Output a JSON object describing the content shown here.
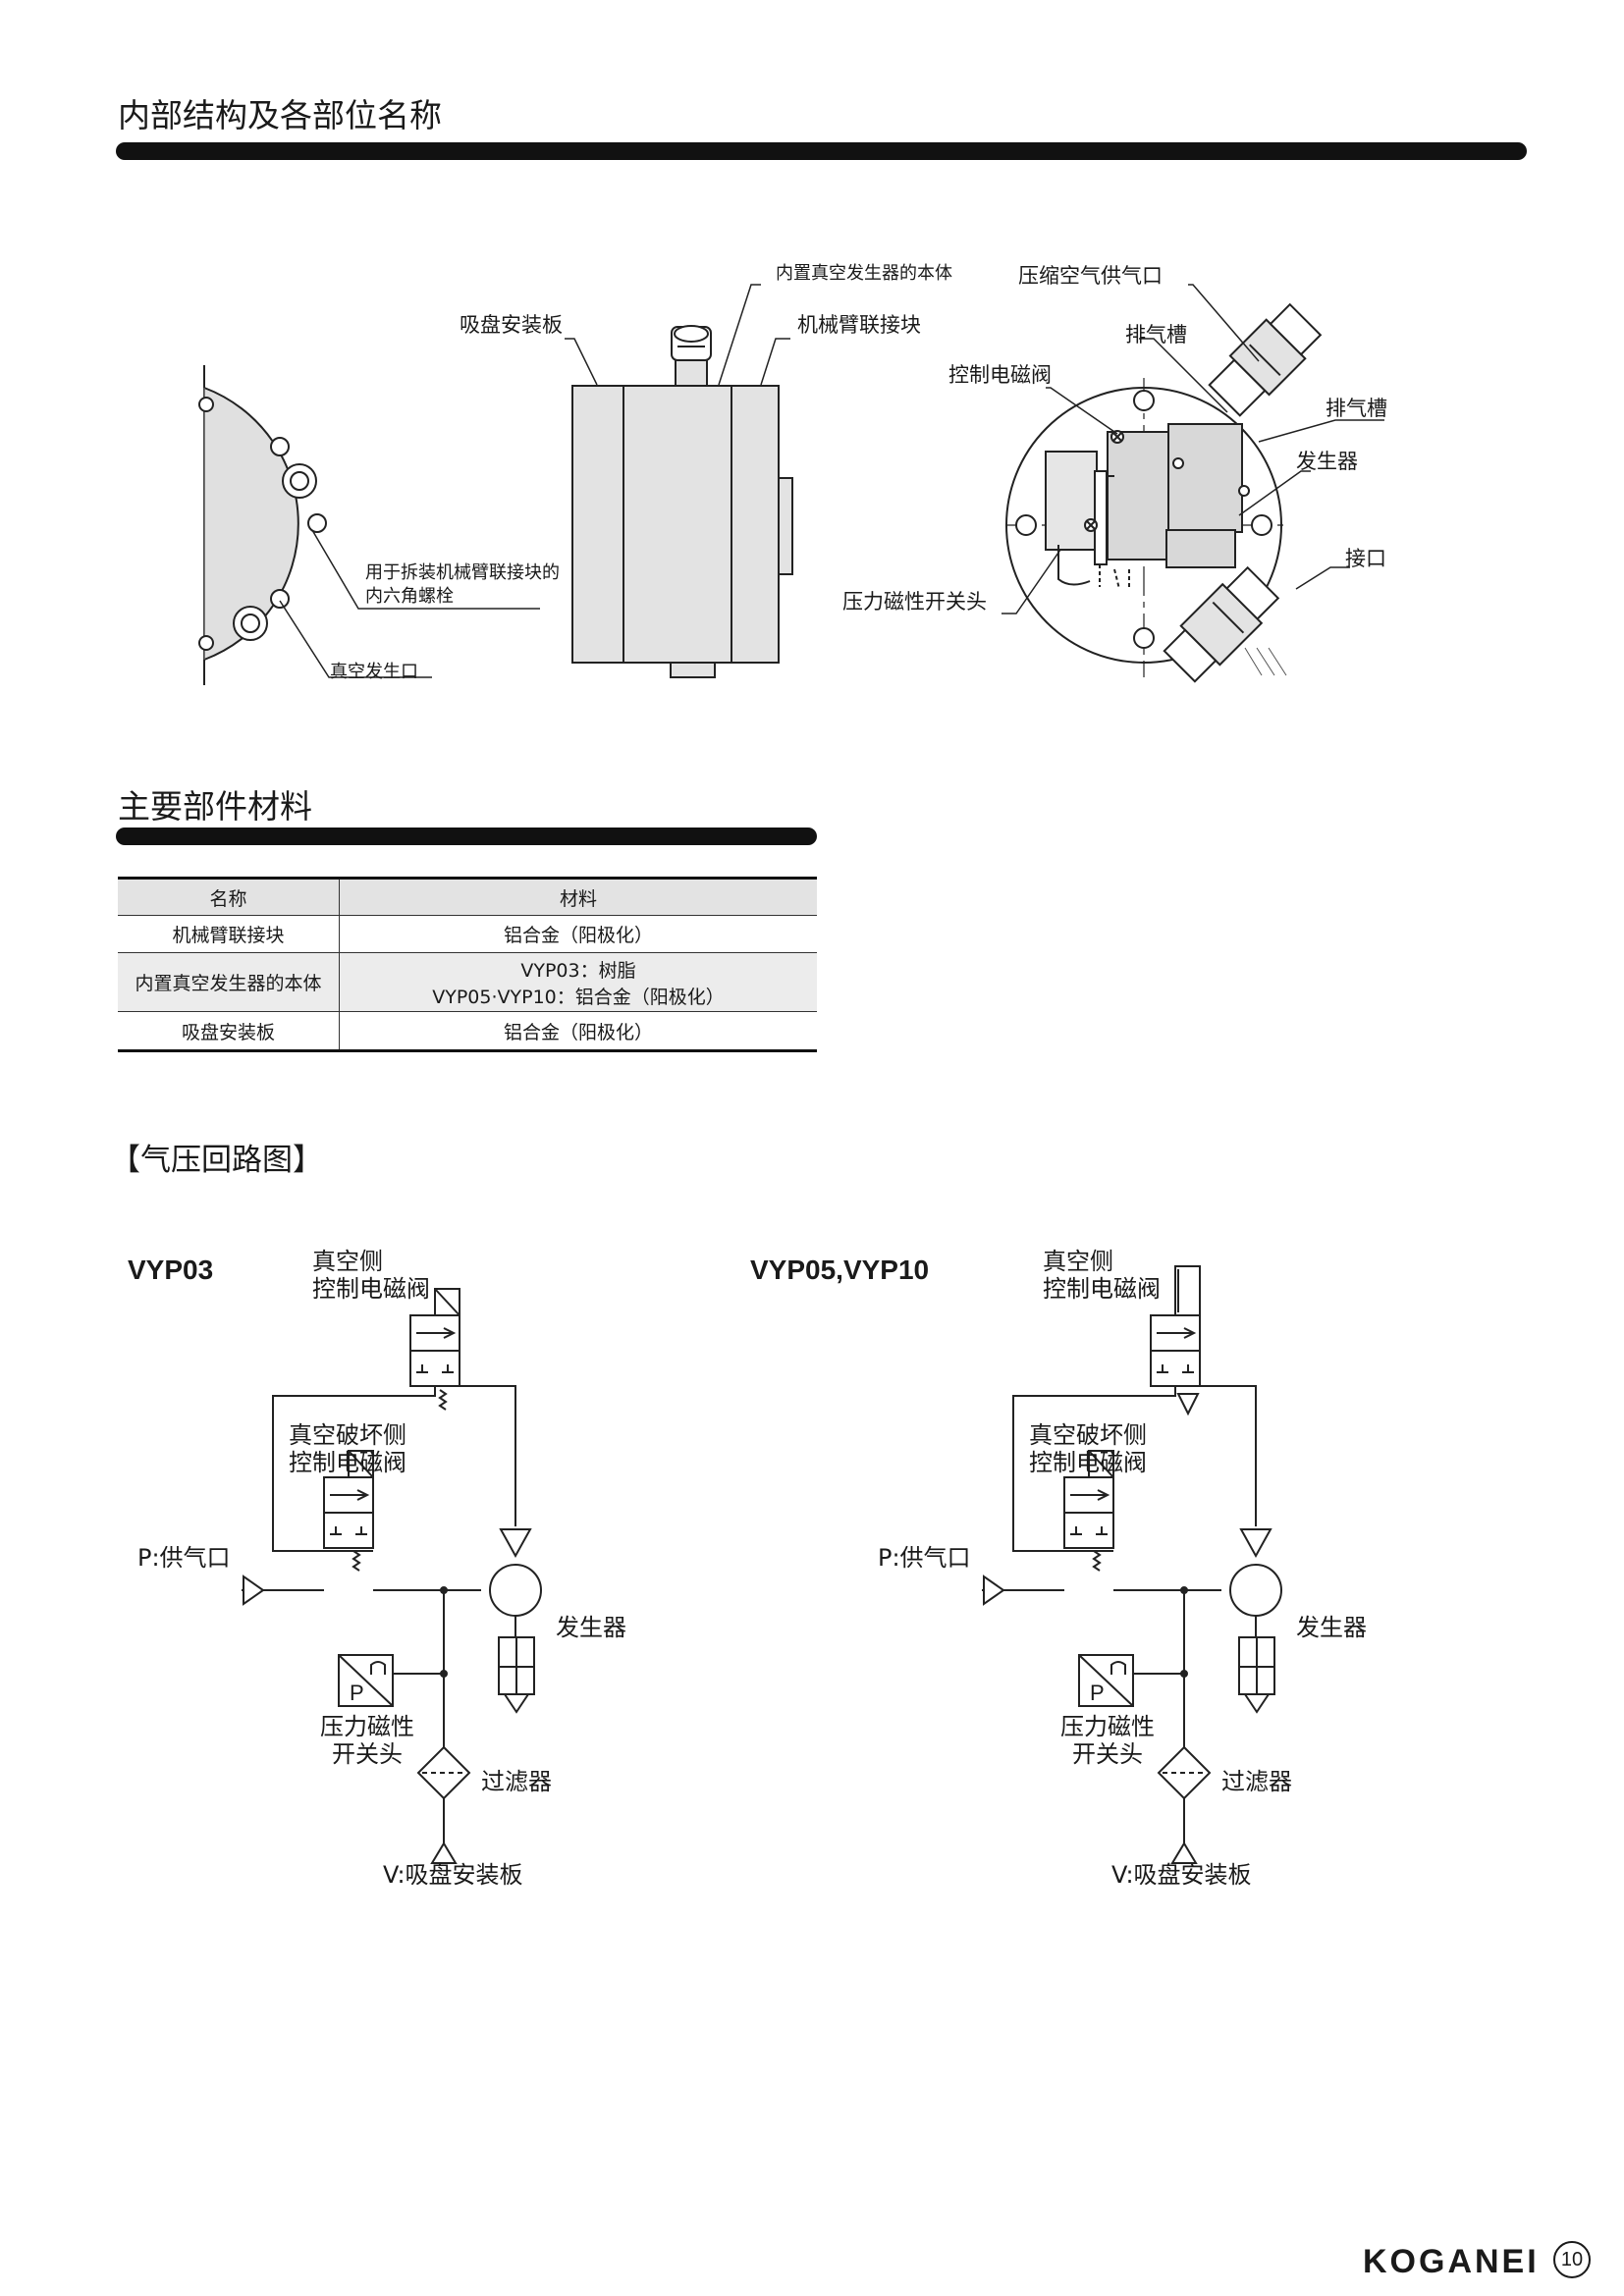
{
  "section1": {
    "title": "内部结构及各部位名称",
    "labels": {
      "pad_plate": "吸盘安装板",
      "body": "内置真空发生器的本体",
      "arm_block": "机械臂联接块",
      "hex_bolt_1": "用于拆装机械臂联接块的",
      "hex_bolt_2": "内六角螺栓",
      "vac_port": "真空发生口",
      "air_supply": "压缩空气供气口",
      "exhaust_1": "排气槽",
      "control_valve": "控制电磁阀",
      "exhaust_2": "排气槽",
      "generator": "发生器",
      "port": "接口",
      "pressure_switch": "压力磁性开关头"
    }
  },
  "section2": {
    "title": "主要部件材料",
    "headers": [
      "名称",
      "材料"
    ],
    "rows": [
      {
        "name": "机械臂联接块",
        "material": "铝合金（阳极化）"
      },
      {
        "name": "内置真空发生器的本体",
        "material": "VYP03：树脂",
        "material2": "VYP05·VYP10：铝合金（阳极化）"
      },
      {
        "name": "吸盘安装板",
        "material": "铝合金（阳极化）"
      }
    ]
  },
  "section3": {
    "title": "【气压回路图】",
    "left": {
      "model": "VYP03",
      "vac_side_1": "真空侧",
      "vac_side_2": "控制电磁阀",
      "break_side_1": "真空破坏侧",
      "break_side_2": "控制电磁阀",
      "supply": "P:供气口",
      "generator": "发生器",
      "switch_1": "压力磁性",
      "switch_2": "开关头",
      "filter": "过滤器",
      "pad": "V:吸盘安装板",
      "p_mark": "P"
    },
    "right": {
      "model": "VYP05,VYP10",
      "vac_side_1": "真空侧",
      "vac_side_2": "控制电磁阀",
      "break_side_1": "真空破坏侧",
      "break_side_2": "控制电磁阀",
      "supply": "P:供气口",
      "generator": "发生器",
      "switch_1": "压力磁性",
      "switch_2": "开关头",
      "filter": "过滤器",
      "pad": "V:吸盘安装板",
      "p_mark": "P"
    }
  },
  "footer": {
    "brand": "KOGANEI",
    "page": "10"
  }
}
